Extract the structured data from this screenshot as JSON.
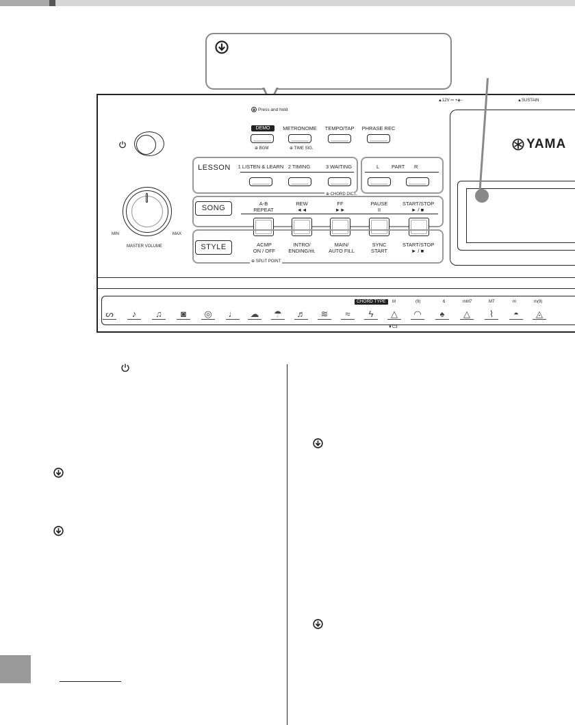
{
  "panel": {
    "press_hold": "Press and hold",
    "top_right": {
      "power_label": "▲12V ⎓ +◈−",
      "sustain_label": "▲SUSTAIN"
    },
    "brand": "YAMA",
    "demo": {
      "label": "DEMO",
      "sub": "BGM"
    },
    "metronome": {
      "label": "METRONOME",
      "sub": "TIME SIG."
    },
    "tempo": {
      "label": "TEMPO/TAP"
    },
    "phrase_rec": {
      "label": "PHRASE REC"
    },
    "lesson": {
      "tag": "LESSON",
      "buttons": [
        "1 LISTEN & LEARN",
        "2 TIMING",
        "3 WAITING"
      ],
      "sub": "CHORD DICT.",
      "part": {
        "l": "L",
        "part": "PART",
        "r": "R"
      }
    },
    "song": {
      "tag": "SONG",
      "buttons": [
        {
          "l1": "A-B",
          "l2": "REPEAT"
        },
        {
          "l1": "REW",
          "l2": "◄◄"
        },
        {
          "l1": "FF",
          "l2": "►►"
        },
        {
          "l1": "PAUSE",
          "l2": "II"
        },
        {
          "l1": "START/STOP",
          "l2": "► / ■"
        }
      ]
    },
    "style": {
      "tag": "STYLE",
      "buttons": [
        {
          "l1": "ACMP",
          "l2": "ON / OFF"
        },
        {
          "l1": "INTRO/",
          "l2": "ENDING/rit."
        },
        {
          "l1": "MAIN/",
          "l2": "AUTO FILL"
        },
        {
          "l1": "SYNC",
          "l2": "START"
        },
        {
          "l1": "START/STOP",
          "l2": "► / ■"
        }
      ],
      "sub": "SPLIT POINT"
    },
    "volume": {
      "min": "MIN",
      "max": "MAX",
      "label": "MASTER VOLUME"
    },
    "chord_type": {
      "tag": "CHORD TYPE",
      "labels": [
        "M",
        "(9)",
        "6",
        "mM7",
        "M7",
        "m",
        "m(9)"
      ],
      "sub": "▼C3"
    },
    "strip_icons": [
      "ᔕ",
      "♪",
      "♫",
      "◙",
      "◎",
      "♩",
      "☁",
      "☂",
      "♬",
      "≋",
      "≈",
      "ϟ",
      "△",
      "◠",
      "♠",
      "△",
      "⌇",
      "◓",
      "◬"
    ]
  },
  "colors": {
    "accent_gray": "#888888",
    "border": "#222222"
  }
}
